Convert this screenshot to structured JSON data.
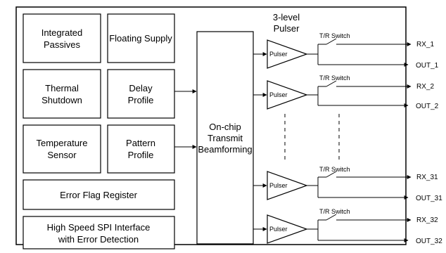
{
  "pulser_header": [
    "3-level",
    "Pulser"
  ],
  "blocks": {
    "integrated_passives": [
      "Integrated",
      "Passives"
    ],
    "floating_supply": "Floating Supply",
    "thermal_shutdown": [
      "Thermal",
      "Shutdown"
    ],
    "delay_profile": [
      "Delay",
      "Profile"
    ],
    "temperature_sensor": [
      "Temperature",
      "Sensor"
    ],
    "pattern_profile": [
      "Pattern",
      "Profile"
    ],
    "error_flag_register": "Error Flag Register",
    "spi_interface": [
      "High Speed SPI Interface",
      "with Error Detection"
    ],
    "beamforming": [
      "On-chip",
      "Transmit",
      "Beamforming"
    ]
  },
  "channels": [
    {
      "pulser": "Pulser",
      "switch": "T/R Switch",
      "rx": "RX_1",
      "out": "OUT_1"
    },
    {
      "pulser": "Pulser",
      "switch": "T/R Switch",
      "rx": "RX_2",
      "out": "OUT_2"
    },
    {
      "pulser": "Pulser",
      "switch": "T/R Switch",
      "rx": "RX_31",
      "out": "OUT_31"
    },
    {
      "pulser": "Pulser",
      "switch": "T/R Switch",
      "rx": "RX_32",
      "out": "OUT_32"
    }
  ]
}
